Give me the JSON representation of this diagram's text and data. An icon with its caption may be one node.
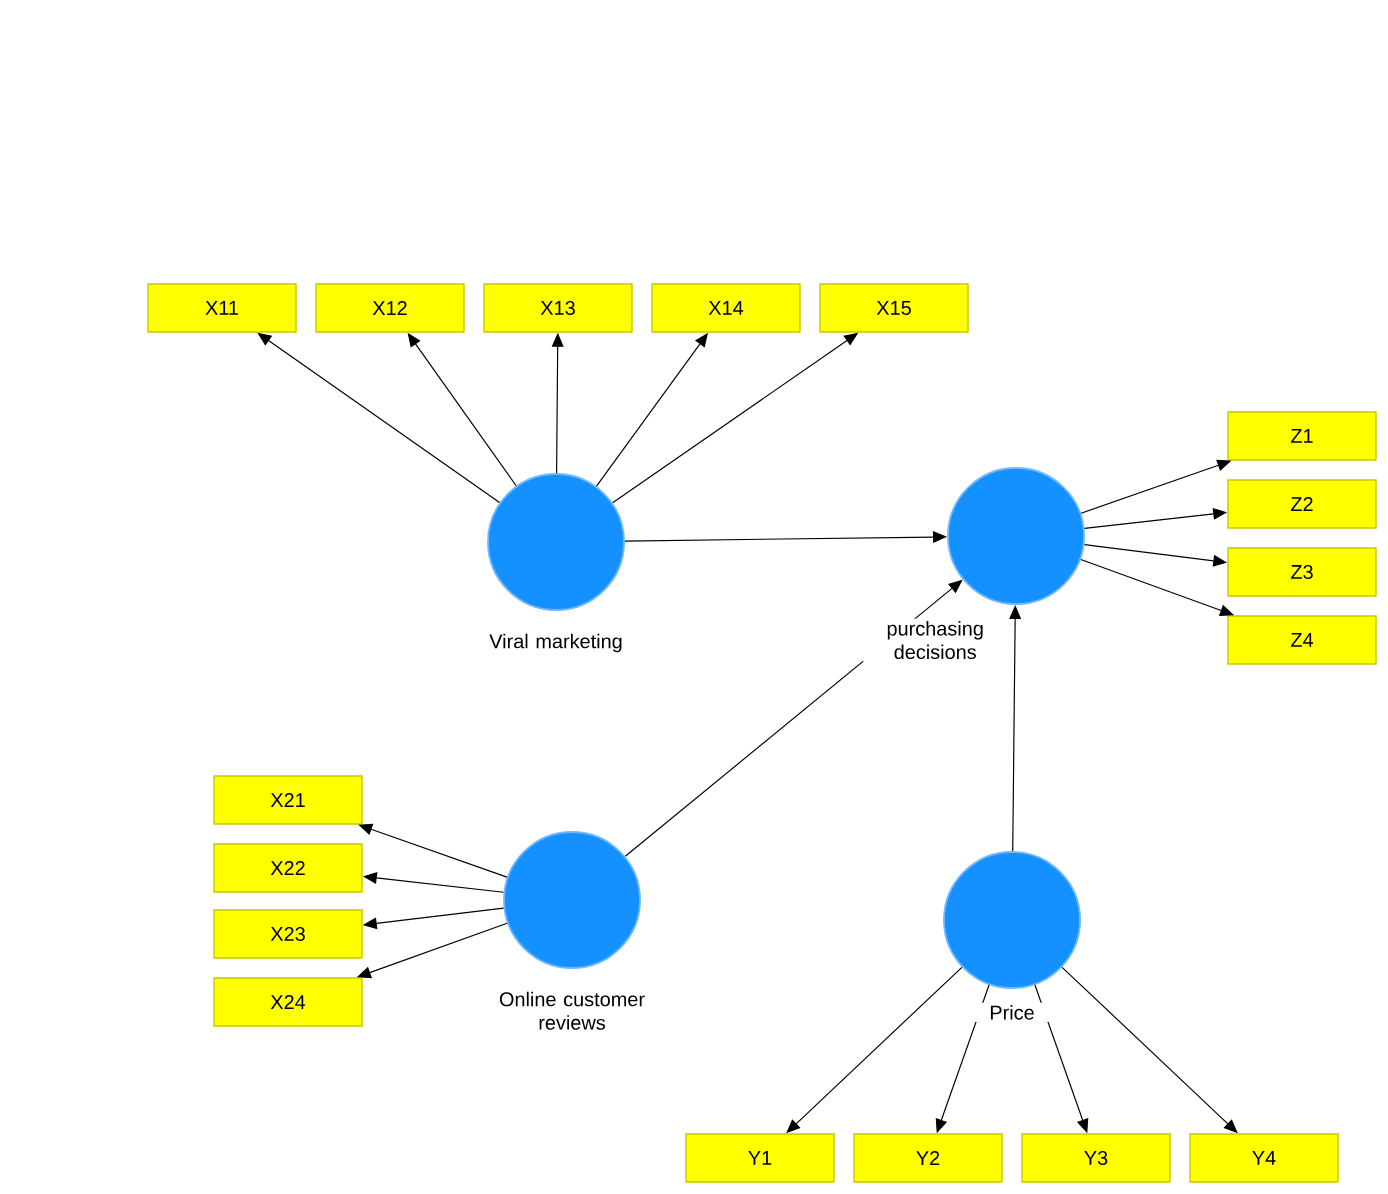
{
  "diagram": {
    "nodes": [
      {
        "text": [
          "X11"
        ]
      },
      {
        "text": [
          "X12"
        ]
      },
      {
        "text": [
          "X13"
        ]
      },
      {
        "text": [
          "X14"
        ]
      },
      {
        "text": [
          "X15"
        ]
      },
      {
        "text": [
          "Viral marketing"
        ]
      },
      {
        "text": [
          "purchasing decisions"
        ]
      },
      {
        "text": [
          "Z1"
        ]
      },
      {
        "text": [
          "Z2"
        ]
      },
      {
        "text": [
          "Z3"
        ]
      },
      {
        "text": [
          "Z4"
        ]
      },
      {
        "text": [
          "X21"
        ]
      },
      {
        "text": [
          "X22"
        ]
      },
      {
        "text": [
          "X23"
        ]
      },
      {
        "text": [
          "X24"
        ]
      },
      {
        "text": [
          "Online customer reviews"
        ]
      },
      {
        "text": [
          "Price"
        ]
      },
      {
        "text": [
          "Y1"
        ]
      },
      {
        "text": [
          "Y2"
        ]
      },
      {
        "text": [
          "Y3"
        ]
      },
      {
        "text": [
          "Y4"
        ]
      }
    ],
    "edges": [
      {
        "from": 5,
        "to": 0,
        "arrow": "to"
      },
      {
        "from": 5,
        "to": 1,
        "arrow": "to"
      },
      {
        "from": 5,
        "to": 2,
        "arrow": "to"
      },
      {
        "from": 5,
        "to": 3,
        "arrow": "to"
      },
      {
        "from": 5,
        "to": 4,
        "arrow": "to"
      },
      {
        "from": 5,
        "to": 6,
        "arrow": "to"
      },
      {
        "from": 6,
        "to": 7,
        "arrow": "to"
      },
      {
        "from": 6,
        "to": 8,
        "arrow": "to"
      },
      {
        "from": 6,
        "to": 9,
        "arrow": "to"
      },
      {
        "from": 6,
        "to": 10,
        "arrow": "to"
      },
      {
        "from": 15,
        "to": 11,
        "arrow": "to"
      },
      {
        "from": 15,
        "to": 12,
        "arrow": "to"
      },
      {
        "from": 15,
        "to": 13,
        "arrow": "to"
      },
      {
        "from": 15,
        "to": 14,
        "arrow": "to"
      },
      {
        "from": 15,
        "to": 6,
        "arrow": "to"
      },
      {
        "from": 16,
        "to": 6,
        "arrow": "to"
      },
      {
        "from": 16,
        "to": 17,
        "arrow": "to"
      },
      {
        "from": 16,
        "to": 18,
        "arrow": "to"
      },
      {
        "from": 16,
        "to": 19,
        "arrow": "to"
      },
      {
        "from": 16,
        "to": 20,
        "arrow": "to"
      }
    ]
  }
}
